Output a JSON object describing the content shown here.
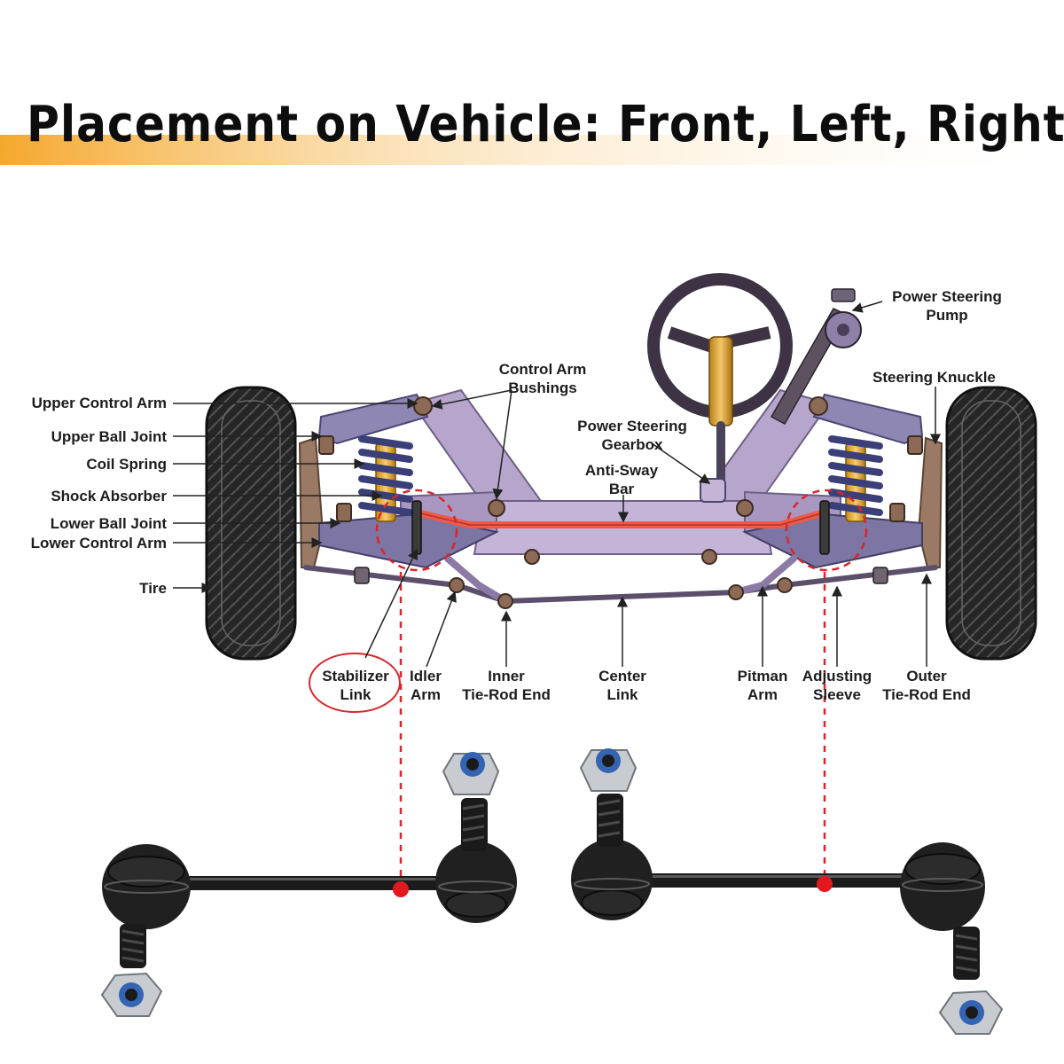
{
  "title": "Placement on Vehicle: Front, Left, Right",
  "colors": {
    "accent": "#f4a321",
    "frame": "#b6a6cc",
    "frame_dark": "#7b6b94",
    "sway_bar": "#ee5a4a",
    "highlight": "#d8262b",
    "tire": "#222222"
  },
  "labels": {
    "upper_control_arm": "Upper Control Arm",
    "upper_ball_joint": "Upper Ball Joint",
    "coil_spring": "Coil Spring",
    "shock_absorber": "Shock Absorber",
    "lower_ball_joint": "Lower Ball Joint",
    "lower_control_arm": "Lower Control Arm",
    "tire": "Tire",
    "control_arm_bushings_1": "Control Arm",
    "control_arm_bushings_2": "Bushings",
    "power_steering_gearbox_1": "Power Steering",
    "power_steering_gearbox_2": "Gearbox",
    "anti_sway_bar_1": "Anti-Sway",
    "anti_sway_bar_2": "Bar",
    "power_steering_pump_1": "Power Steering",
    "power_steering_pump_2": "Pump",
    "steering_knuckle": "Steering Knuckle",
    "stabilizer_link_1": "Stabilizer",
    "stabilizer_link_2": "Link",
    "idler_arm_1": "Idler",
    "idler_arm_2": "Arm",
    "inner_tie_rod_1": "Inner",
    "inner_tie_rod_2": "Tie-Rod End",
    "center_link_1": "Center",
    "center_link_2": "Link",
    "pitman_arm_1": "Pitman",
    "pitman_arm_2": "Arm",
    "adjusting_sleeve_1": "Adjusting",
    "adjusting_sleeve_2": "Sleeve",
    "outer_tie_rod_1": "Outer",
    "outer_tie_rod_2": "Tie-Rod End"
  }
}
